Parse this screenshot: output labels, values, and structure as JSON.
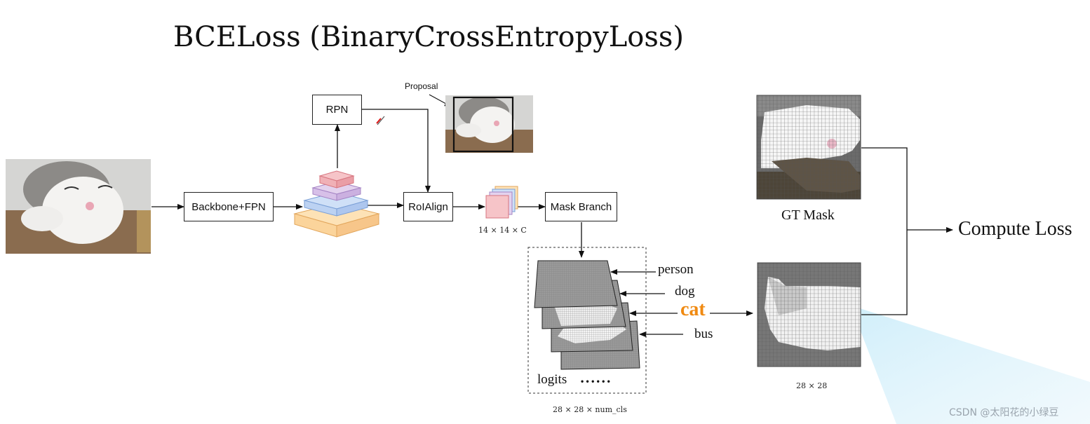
{
  "title": "BCELoss (BinaryCrossEntropyLoss)",
  "nodes": {
    "backbone": "Backbone+FPN",
    "rpn": "RPN",
    "roialign": "RoIAlign",
    "mask_branch": "Mask Branch"
  },
  "labels": {
    "proposal": "Proposal",
    "roi_feature_size": "14 × 14 × C",
    "gt_mask": "GT Mask",
    "compute_loss": "Compute Loss",
    "mask_size": "28 × 28",
    "logits": "logits",
    "ellipsis": "• • • • • •",
    "logits_size": "28 × 28 × num_cls"
  },
  "classes": [
    {
      "name": "person",
      "highlight": false
    },
    {
      "name": "dog",
      "highlight": false
    },
    {
      "name": "cat",
      "highlight": true
    },
    {
      "name": "bus",
      "highlight": false
    }
  ],
  "watermark": "CSDN @太阳花的小绿豆",
  "colors": {
    "highlight": "#f08a12",
    "pyramid_top": "#f6c4c8",
    "pyramid_mid": "#e3d2ee",
    "pyramid_low": "#cfe0f7",
    "pyramid_base": "#fde2b6",
    "spotlight": "#dff2fb"
  }
}
